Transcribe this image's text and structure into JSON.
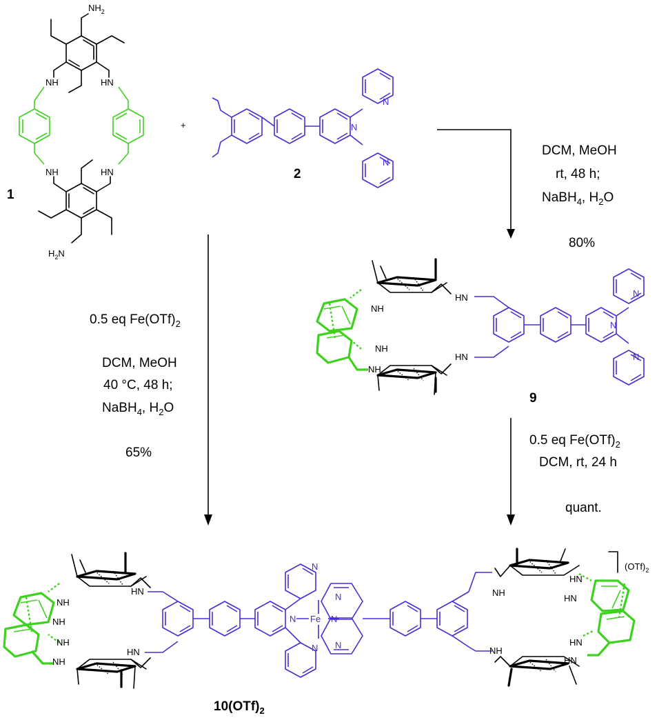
{
  "compounds": {
    "c1": "1",
    "c2": "2",
    "c9": "9",
    "c10_main": "10(OTf)",
    "c10_sub": "2"
  },
  "plus_sign": "+",
  "atom_labels": {
    "nh2": "NH",
    "nh2_sub": "2",
    "h2n": "H",
    "h2n_sub": "2",
    "h2n_n": "N",
    "nh": "NH",
    "hn": "HN",
    "n": "N",
    "fe": "Fe"
  },
  "counterion": {
    "text": "(OTf)",
    "sub": "2"
  },
  "conditions": {
    "step_top": [
      "DCM, MeOH",
      "rt, 48 h;",
      "NaBH",
      "4",
      ", H",
      "2",
      "O"
    ],
    "step_top_yield": "80%",
    "step_left_reagent": [
      "0.5 eq Fe(OTf)",
      "2"
    ],
    "step_left": [
      "DCM, MeOH",
      "40 °C, 48 h;",
      "NaBH",
      "4",
      ", H",
      "2",
      "O"
    ],
    "step_left_yield": "65%",
    "step_right": [
      "0.5 eq Fe(OTf)",
      "2",
      "DCM, rt, 24 h"
    ],
    "step_right_yield": "quant."
  },
  "colors": {
    "black": "#000000",
    "green": "#3ed11f",
    "purple": "#4a2bd4"
  }
}
